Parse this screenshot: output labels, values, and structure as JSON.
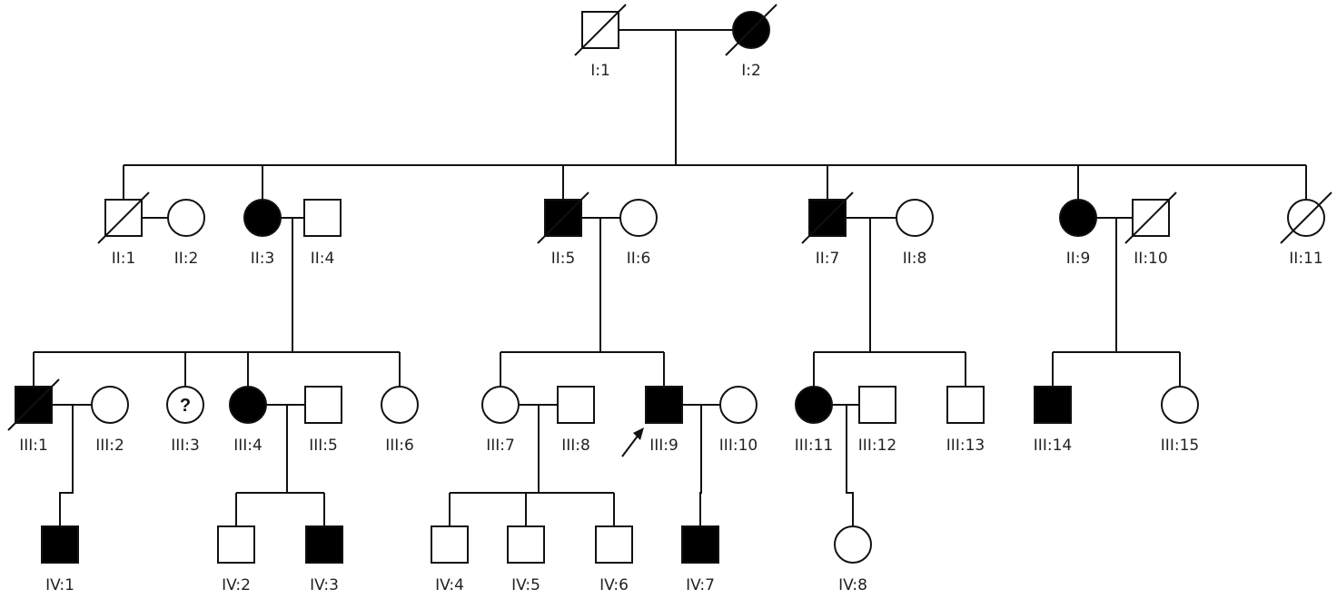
{
  "title": "Pedigree chart",
  "colors": {
    "affected": "#000000",
    "unaffected": "#ffffff",
    "stroke": "#111111"
  },
  "legend_semantics": {
    "square": "male",
    "circle": "female",
    "filled": "affected",
    "diagonal-slash": "deceased",
    "question-mark": "unknown status",
    "arrow": "proband"
  },
  "individuals": [
    {
      "id": "I:1",
      "sex": "male",
      "affected": false,
      "deceased": true
    },
    {
      "id": "I:2",
      "sex": "female",
      "affected": true,
      "deceased": true
    },
    {
      "id": "II:1",
      "sex": "male",
      "affected": false,
      "deceased": true
    },
    {
      "id": "II:2",
      "sex": "female",
      "affected": false,
      "deceased": false
    },
    {
      "id": "II:3",
      "sex": "female",
      "affected": true,
      "deceased": false
    },
    {
      "id": "II:4",
      "sex": "male",
      "affected": false,
      "deceased": false
    },
    {
      "id": "II:5",
      "sex": "male",
      "affected": true,
      "deceased": true
    },
    {
      "id": "II:6",
      "sex": "female",
      "affected": false,
      "deceased": false
    },
    {
      "id": "II:7",
      "sex": "male",
      "affected": true,
      "deceased": true
    },
    {
      "id": "II:8",
      "sex": "female",
      "affected": false,
      "deceased": false
    },
    {
      "id": "II:9",
      "sex": "female",
      "affected": true,
      "deceased": false
    },
    {
      "id": "II:10",
      "sex": "male",
      "affected": false,
      "deceased": true
    },
    {
      "id": "II:11",
      "sex": "female",
      "affected": false,
      "deceased": true
    },
    {
      "id": "III:1",
      "sex": "male",
      "affected": true,
      "deceased": true
    },
    {
      "id": "III:2",
      "sex": "female",
      "affected": false,
      "deceased": false
    },
    {
      "id": "III:3",
      "sex": "female",
      "affected": false,
      "deceased": false,
      "unknown": true,
      "mark": "?"
    },
    {
      "id": "III:4",
      "sex": "female",
      "affected": true,
      "deceased": false
    },
    {
      "id": "III:5",
      "sex": "male",
      "affected": false,
      "deceased": false
    },
    {
      "id": "III:6",
      "sex": "female",
      "affected": false,
      "deceased": false
    },
    {
      "id": "III:7",
      "sex": "female",
      "affected": false,
      "deceased": false
    },
    {
      "id": "III:8",
      "sex": "male",
      "affected": false,
      "deceased": false
    },
    {
      "id": "III:9",
      "sex": "male",
      "affected": true,
      "deceased": false,
      "proband": true
    },
    {
      "id": "III:10",
      "sex": "female",
      "affected": false,
      "deceased": false
    },
    {
      "id": "III:11",
      "sex": "female",
      "affected": true,
      "deceased": false
    },
    {
      "id": "III:12",
      "sex": "male",
      "affected": false,
      "deceased": false
    },
    {
      "id": "III:13",
      "sex": "male",
      "affected": false,
      "deceased": false
    },
    {
      "id": "III:14",
      "sex": "male",
      "affected": true,
      "deceased": false
    },
    {
      "id": "III:15",
      "sex": "female",
      "affected": false,
      "deceased": false
    },
    {
      "id": "IV:1",
      "sex": "male",
      "affected": true,
      "deceased": false
    },
    {
      "id": "IV:2",
      "sex": "male",
      "affected": false,
      "deceased": false
    },
    {
      "id": "IV:3",
      "sex": "male",
      "affected": true,
      "deceased": false
    },
    {
      "id": "IV:4",
      "sex": "male",
      "affected": false,
      "deceased": false
    },
    {
      "id": "IV:5",
      "sex": "male",
      "affected": false,
      "deceased": false
    },
    {
      "id": "IV:6",
      "sex": "male",
      "affected": false,
      "deceased": false
    },
    {
      "id": "IV:7",
      "sex": "male",
      "affected": true,
      "deceased": false
    },
    {
      "id": "IV:8",
      "sex": "female",
      "affected": false,
      "deceased": false
    }
  ],
  "couples": [
    {
      "partners": [
        "I:1",
        "I:2"
      ],
      "children": [
        "II:1",
        "II:3",
        "II:5",
        "II:7",
        "II:9",
        "II:11"
      ]
    },
    {
      "partners": [
        "II:1",
        "II:2"
      ],
      "children": []
    },
    {
      "partners": [
        "II:3",
        "II:4"
      ],
      "children": [
        "III:1",
        "III:3",
        "III:4",
        "III:6"
      ]
    },
    {
      "partners": [
        "II:5",
        "II:6"
      ],
      "children": [
        "III:7",
        "III:9"
      ]
    },
    {
      "partners": [
        "II:7",
        "II:8"
      ],
      "children": [
        "III:11",
        "III:13"
      ]
    },
    {
      "partners": [
        "II:9",
        "II:10"
      ],
      "children": [
        "III:14",
        "III:15"
      ]
    },
    {
      "partners": [
        "III:1",
        "III:2"
      ],
      "children": [
        "IV:1"
      ]
    },
    {
      "partners": [
        "III:4",
        "III:5"
      ],
      "children": [
        "IV:2",
        "IV:3"
      ]
    },
    {
      "partners": [
        "III:7",
        "III:8"
      ],
      "children": [
        "IV:4",
        "IV:5",
        "IV:6"
      ]
    },
    {
      "partners": [
        "III:9",
        "III:10"
      ],
      "children": [
        "IV:7"
      ]
    },
    {
      "partners": [
        "III:11",
        "III:12"
      ],
      "children": [
        "IV:8"
      ]
    }
  ]
}
